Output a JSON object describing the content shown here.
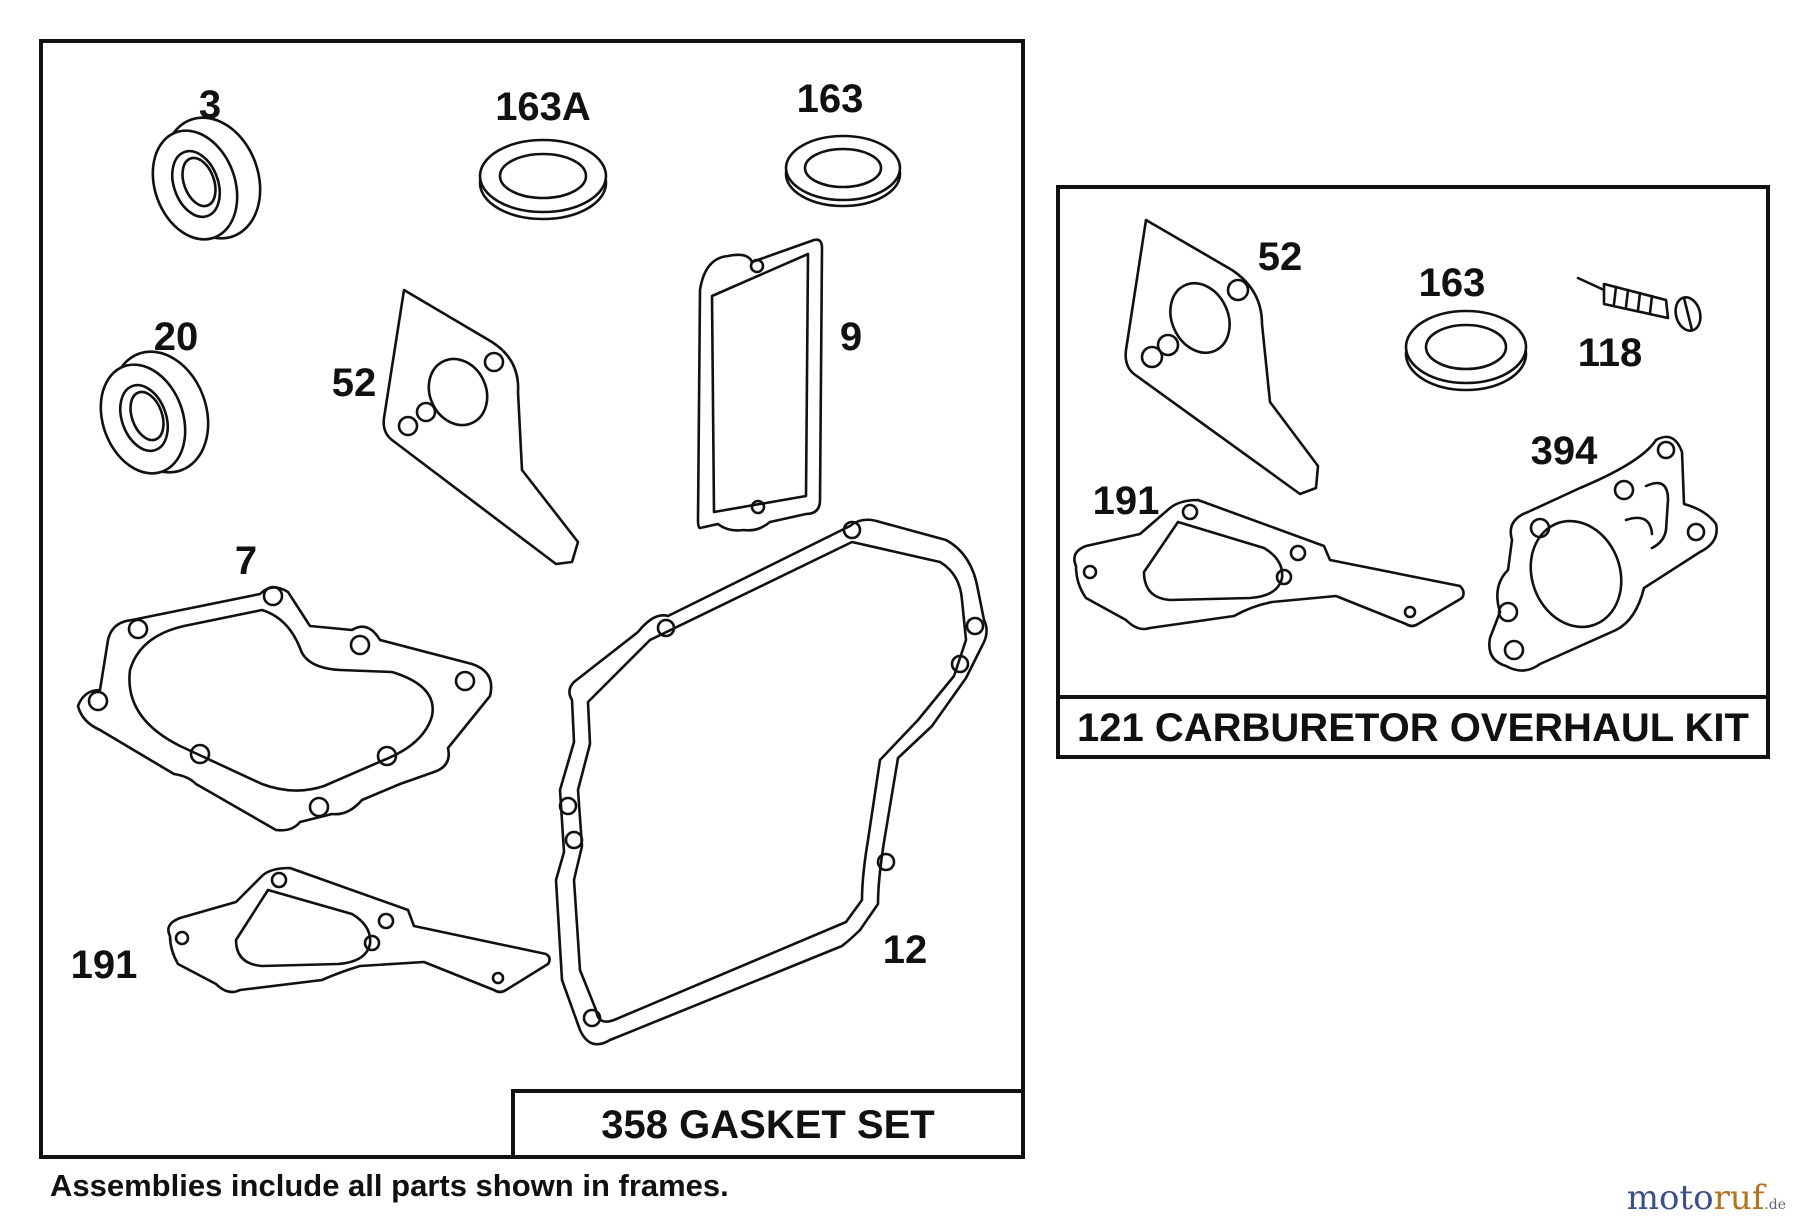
{
  "gasket_set": {
    "title": "358 GASKET SET",
    "callouts": [
      "3",
      "163A",
      "163",
      "20",
      "52",
      "9",
      "7",
      "191",
      "12"
    ]
  },
  "carb_kit": {
    "title": "121 CARBURETOR OVERHAUL KIT",
    "callouts": [
      "52",
      "163",
      "118",
      "394",
      "191"
    ]
  },
  "footnote": "Assemblies include all parts shown in frames.",
  "watermark": {
    "part1": "moto",
    "part2": "ruf",
    "suffix": ".de"
  },
  "colors": {
    "line": "#111111",
    "watermark_blue": "#3c4f8a",
    "watermark_orange": "#b2721e"
  }
}
